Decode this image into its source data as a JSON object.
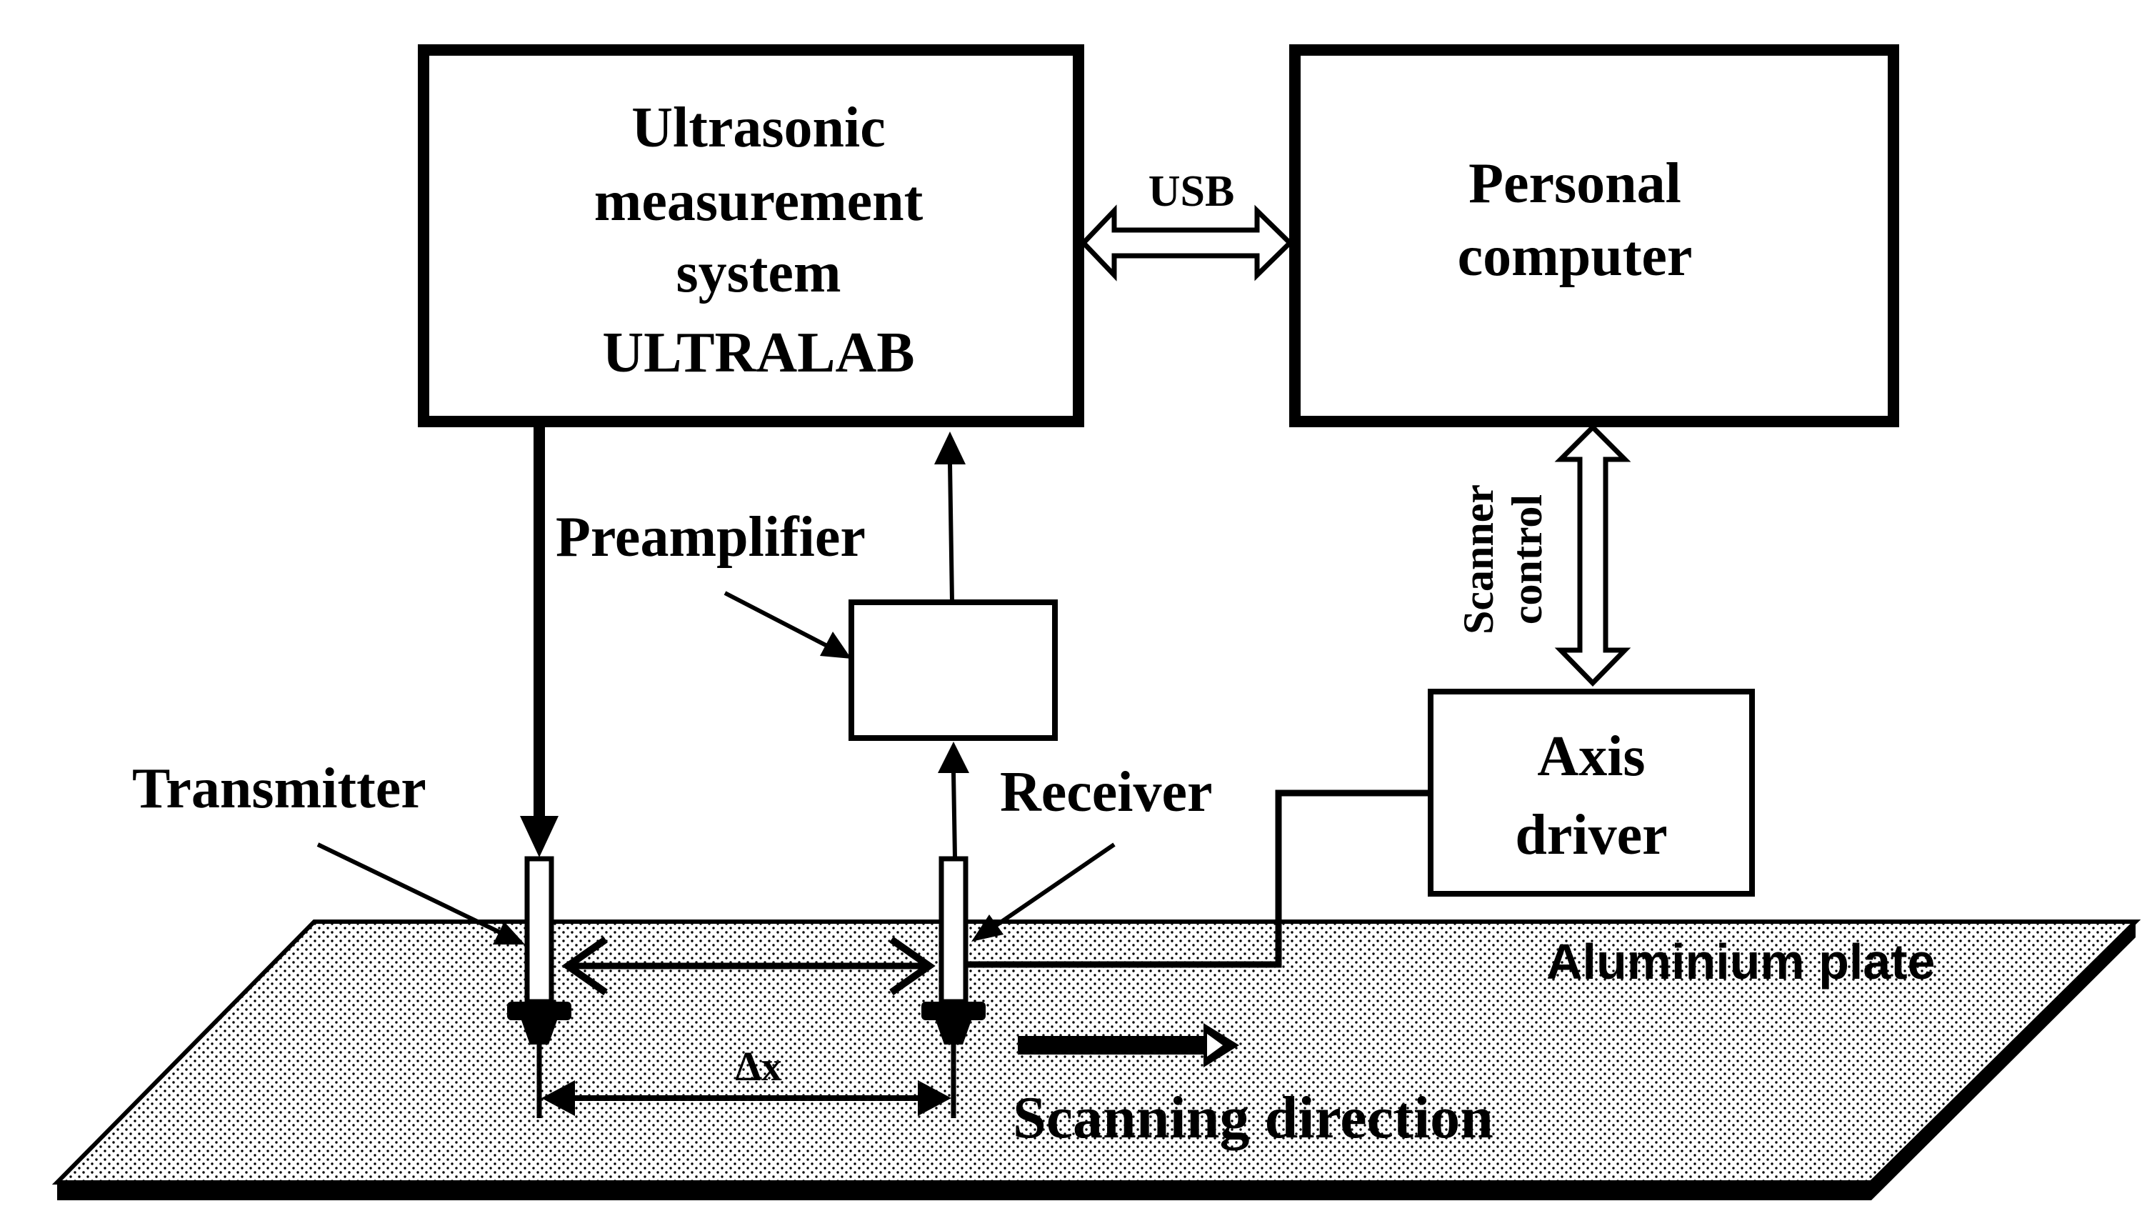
{
  "blocks": {
    "ultralab": {
      "lines": [
        "Ultrasonic",
        "measurement",
        "system",
        "ULTRALAB"
      ]
    },
    "pc": {
      "lines": [
        "Personal",
        "computer"
      ]
    },
    "axis_driver": {
      "lines": [
        "Axis",
        "driver"
      ]
    }
  },
  "labels": {
    "usb": "USB",
    "scanner_control": [
      "Scanner",
      "control"
    ],
    "preamplifier": "Preamplifier",
    "transmitter": "Transmitter",
    "receiver": "Receiver",
    "aluminium_plate": "Aluminium plate",
    "delta_x": "Δx",
    "scanning_direction": "Scanning direction"
  }
}
